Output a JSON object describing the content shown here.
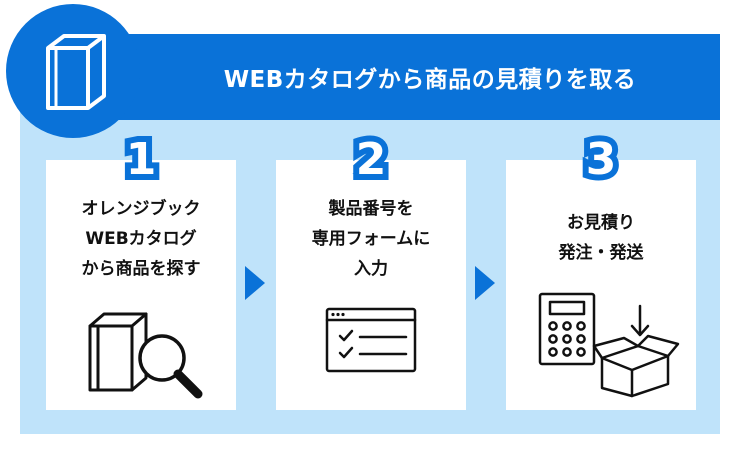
{
  "header": {
    "title": "WEBカタログから商品の見積りを取る",
    "badge_icon": "book-icon"
  },
  "colors": {
    "primary": "#0a72d8",
    "panel_bg": "#bfe3fa",
    "card_bg": "#ffffff",
    "text": "#111111"
  },
  "steps": [
    {
      "number": "1",
      "lines": [
        "オレンジブック",
        "WEBカタログ",
        "から商品を探す"
      ],
      "icon": "book-search-icon"
    },
    {
      "number": "2",
      "lines": [
        "製品番号を",
        "専用フォームに",
        "入力"
      ],
      "icon": "web-form-checklist-icon"
    },
    {
      "number": "3",
      "lines": [
        "お見積り",
        "発注・発送"
      ],
      "icon": "calculator-box-icon"
    }
  ]
}
